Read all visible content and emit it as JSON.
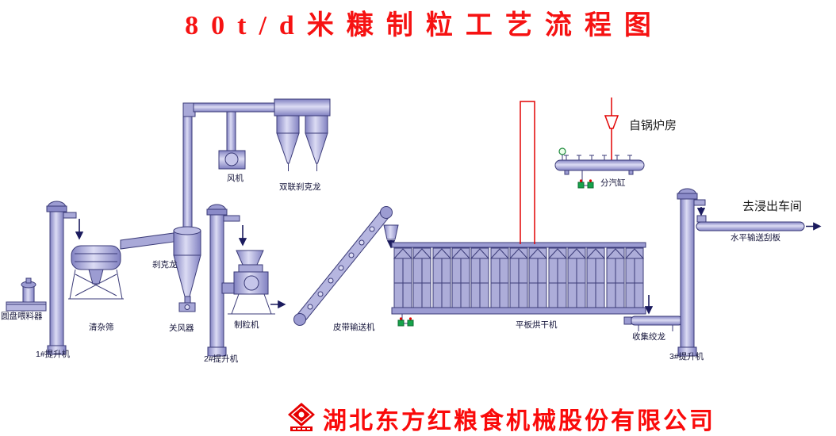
{
  "title": "80t/d米糠制粒工艺流程图",
  "labels": {
    "disc_feeder": "圆盘喂料器",
    "cleaning_sieve": "清杂筛",
    "elevator1": "1#提升机",
    "cyclone": "刹克龙",
    "fan": "风机",
    "double_cyclone": "双联刹克龙",
    "airlock": "关风器",
    "elevator2": "2#提升机",
    "pelletizer": "制粒机",
    "belt_conveyor": "皮带输送机",
    "dryer": "平板烘干机",
    "steam_distributor": "分汽缸",
    "from_boiler": "自锅炉房",
    "to_extraction": "去浸出车间",
    "scraper": "水平输送刮板",
    "collection_auger": "收集绞龙",
    "elevator3": "3#提升机"
  },
  "footer": {
    "company": "湖北东方红粮食机械股份有限公司"
  },
  "colors": {
    "title_red": "#f61212",
    "pipe_red": "#e20404",
    "equipment_purple": "#a9a9d8"
  }
}
